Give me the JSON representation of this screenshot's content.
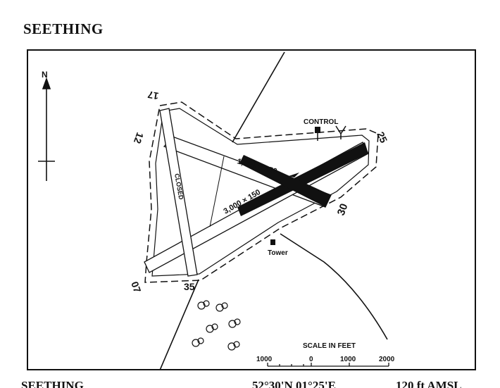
{
  "page": {
    "title": "SEETHING",
    "footer": {
      "name": "SEETHING",
      "coordinates": "52°30'N 01°25'E",
      "elevation": "120 ft AMSL"
    }
  },
  "map": {
    "north_label": "N",
    "runway_numbers": {
      "rwy17": "17",
      "rwy12": "12",
      "rwy25": "25",
      "rwy30": "30",
      "rwy07": "07",
      "rwy35": "35"
    },
    "runway_dims": {
      "short": "1,800 × 150",
      "long": "3,000 × 150"
    },
    "closed_label": "CLOSED",
    "control_label": "CONTROL",
    "tower_label": "Tower",
    "scale": {
      "title": "SCALE IN FEET",
      "ticks": [
        "1000",
        "0",
        "1000",
        "2000"
      ]
    }
  }
}
